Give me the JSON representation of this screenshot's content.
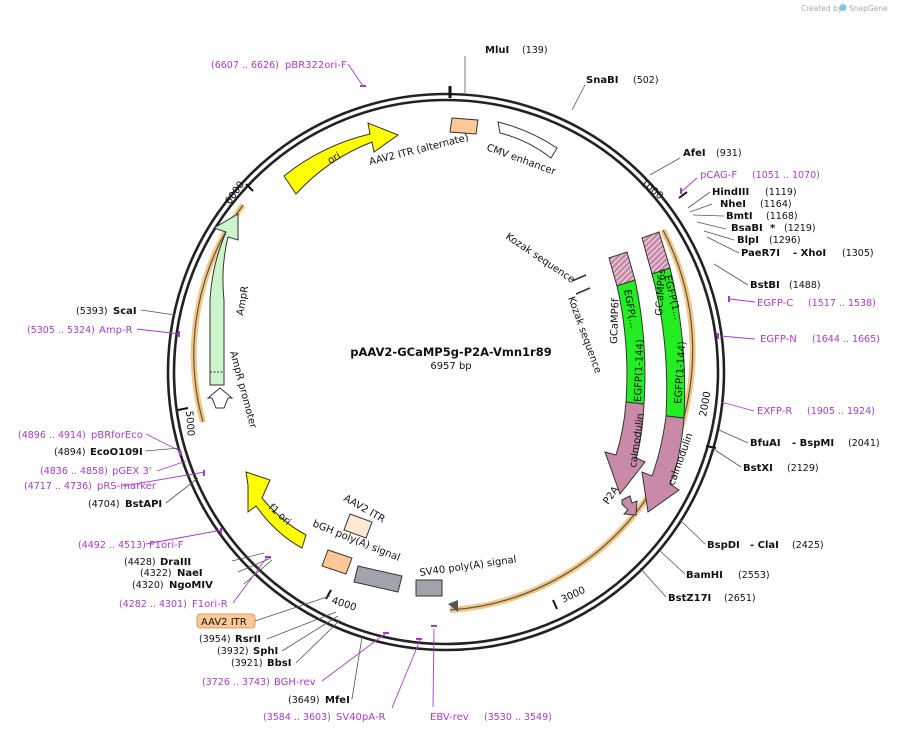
{
  "credit": {
    "text": "Created by",
    "brand": "SnapGene"
  },
  "plasmid": {
    "name": "pAAV2-GCaMP5g-P2A-Vmn1r89",
    "length": "6957 bp"
  },
  "ticks": [
    "1000",
    "2000",
    "3000",
    "4000",
    "5000",
    "6000"
  ],
  "enzymes": [
    {
      "name": "MluI",
      "pos": "(139)"
    },
    {
      "name": "SnaBI",
      "pos": "(502)"
    },
    {
      "name": "AfeI",
      "pos": "(931)"
    },
    {
      "name": "HindIII",
      "pos": "(1119)"
    },
    {
      "name": "NheI",
      "pos": "(1164)"
    },
    {
      "name": "BmtI",
      "pos": "(1168)"
    },
    {
      "name": "BsaBI",
      "star": "*",
      "pos": "(1219)"
    },
    {
      "name": "BlpI",
      "pos": "(1296)"
    },
    {
      "name": "PaeR7I",
      "name2": "- XhoI",
      "pos": "(1305)"
    },
    {
      "name": "BstBI",
      "pos": "(1488)"
    },
    {
      "name": "BfuAI",
      "name2": "- BspMI",
      "pos": "(2041)"
    },
    {
      "name": "BstXI",
      "pos": "(2129)"
    },
    {
      "name": "BspDI",
      "name2": "- ClaI",
      "pos": "(2425)"
    },
    {
      "name": "BamHI",
      "pos": "(2553)"
    },
    {
      "name": "BstZ17I",
      "pos": "(2651)"
    },
    {
      "name": "MfeI",
      "pos": "(3649)"
    },
    {
      "name": "BbsI",
      "pos": "(3921)"
    },
    {
      "name": "SphI",
      "pos": "(3932)"
    },
    {
      "name": "RsrII",
      "pos": "(3954)"
    },
    {
      "name": "NgoMIV",
      "pos": "(4320)"
    },
    {
      "name": "NaeI",
      "pos": "(4322)"
    },
    {
      "name": "DraIII",
      "pos": "(4428)"
    },
    {
      "name": "BstAPI",
      "pos": "(4704)"
    },
    {
      "name": "EcoO109I",
      "pos": "(4894)"
    },
    {
      "name": "ScaI",
      "pos": "(5393)"
    }
  ],
  "primers": [
    {
      "name": "pBR322ori-F",
      "range": "(6607 .. 6626)"
    },
    {
      "name": "pCAG-F",
      "range": "(1051 .. 1070)"
    },
    {
      "name": "EGFP-C",
      "range": "(1517 .. 1538)"
    },
    {
      "name": "EGFP-N",
      "range": "(1644 .. 1665)"
    },
    {
      "name": "EXFP-R",
      "range": "(1905 .. 1924)"
    },
    {
      "name": "EBV-rev",
      "range": "(3530 .. 3549)"
    },
    {
      "name": "SV40pA-R",
      "range": "(3584 .. 3603)"
    },
    {
      "name": "BGH-rev",
      "range": "(3726 .. 3743)"
    },
    {
      "name": "F1ori-R",
      "range": "(4282 .. 4301)"
    },
    {
      "name": "F1ori-F",
      "range": "(4492 .. 4513)"
    },
    {
      "name": "pRS-marker",
      "range": "(4717 .. 4736)"
    },
    {
      "name": "pGEX 3'",
      "range": "(4836 .. 4858)"
    },
    {
      "name": "pBRforEco",
      "range": "(4896 .. 4914)"
    },
    {
      "name": "Amp-R",
      "range": "(5305 .. 5324)"
    }
  ],
  "features": {
    "itr_alt": "AAV2 ITR (alternate)",
    "cmv": "CMV enhancer",
    "ori": "ori",
    "ampr": "AmpR",
    "ampr_promoter": "AmpR promoter",
    "f1ori": "f1 ori",
    "itr": "AAV2 ITR",
    "itr_box": "AAV2 ITR",
    "bgh": "bGH poly(A) signal",
    "sv40": "SV40 poly(A) signal",
    "kozak1": "Kozak sequence",
    "kozak2": "Kozak sequence",
    "gcamp6f": "GCaMP6f",
    "gcamp6s": "GCaMP6s",
    "egfp_a1": "EGFP(...",
    "egfp_a2": "EGFP(1-144)",
    "egfp_b1": "EGFP(1...",
    "egfp_b2": "EGFP(1-144)",
    "calmod1": "calmodulin",
    "calmod2": "calmodulin",
    "p2a": "P2A"
  },
  "colors": {
    "backbone": "#222222",
    "primer": "#a63dc6",
    "ori": "#ffff00",
    "ampr": "#ccf5cc",
    "egfp": "#22ee22",
    "calmodulin": "#c88aa6",
    "itr": "#ffc896",
    "polyA": "#a0a4aa",
    "highlight": "#f5c680"
  }
}
